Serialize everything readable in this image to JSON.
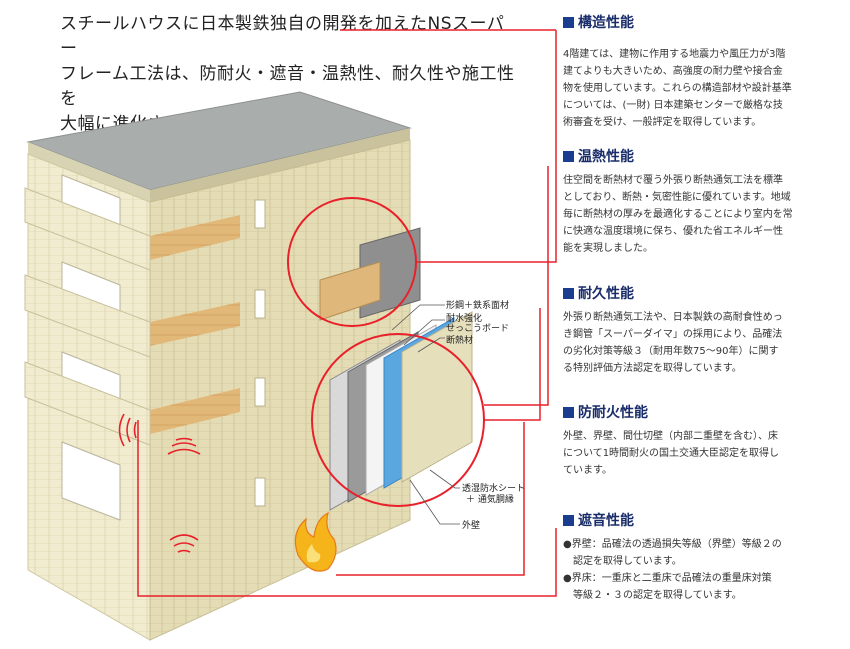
{
  "intro": {
    "line1": "スチールハウスに日本製鉄独自の開発を加えたNSスーパー",
    "line2": "フレーム工法は、防耐火・遮音・温熱性、耐久性や施工性を",
    "line3": "大幅に進化させました。"
  },
  "sections": [
    {
      "title": "構造性能",
      "lines": [
        "4階建ては、建物に作用する地震力や風圧力が3階",
        "建てよりも大きいため、高強度の耐力壁や接合金",
        "物を使用しています。これらの構造部材や設計基準",
        "については、(一財) 日本建築センターで厳格な技",
        "術審査を受け、一般評定を取得しています。"
      ]
    },
    {
      "title": "温熱性能",
      "lines": [
        "住空間を断熱材で覆う外張り断熱通気工法を標準",
        "としており、断熱・気密性能に優れています。地域",
        "毎に断熱材の厚みを最適化することにより室内を常",
        "に快適な温度環境に保ち、優れた省エネルギー性",
        "能を実現しました。"
      ]
    },
    {
      "title": "耐久性能",
      "lines": [
        "外張り断熱通気工法や、日本製鉄の高耐食性めっ",
        "き鋼管「スーパーダイマ」の採用により、品確法",
        "の劣化対策等級３（耐用年数75～90年）に関す",
        "る特別評価方法認定を取得しています。"
      ]
    },
    {
      "title": "防耐火性能",
      "lines": [
        "外壁、界壁、間仕切壁（内部二重壁を含む）、床",
        "について1時間耐火の国土交通大臣認定を取得し",
        "ています。"
      ]
    },
    {
      "title": "遮音性能",
      "lines": [
        "●界壁：品確法の透過損失等級（界壁）等級２の",
        "　認定を取得しています。",
        "●界床：一重床と二重床で品確法の重量床対策",
        "　等級２・３の認定を取得しています。"
      ]
    }
  ],
  "labels": {
    "l1": "形鋼＋鉄系面材",
    "l2": "耐水強化",
    "l3": "せっこうボード",
    "l4": "断熱材",
    "l5": "透湿防水シート",
    "l6": "＋ 通気胴縁",
    "l7": "外壁"
  },
  "colors": {
    "accent_red": "#e8202a",
    "title_navy": "#1a2d6b",
    "wall": "#efe9c8",
    "roof": "#a6aaa8"
  }
}
